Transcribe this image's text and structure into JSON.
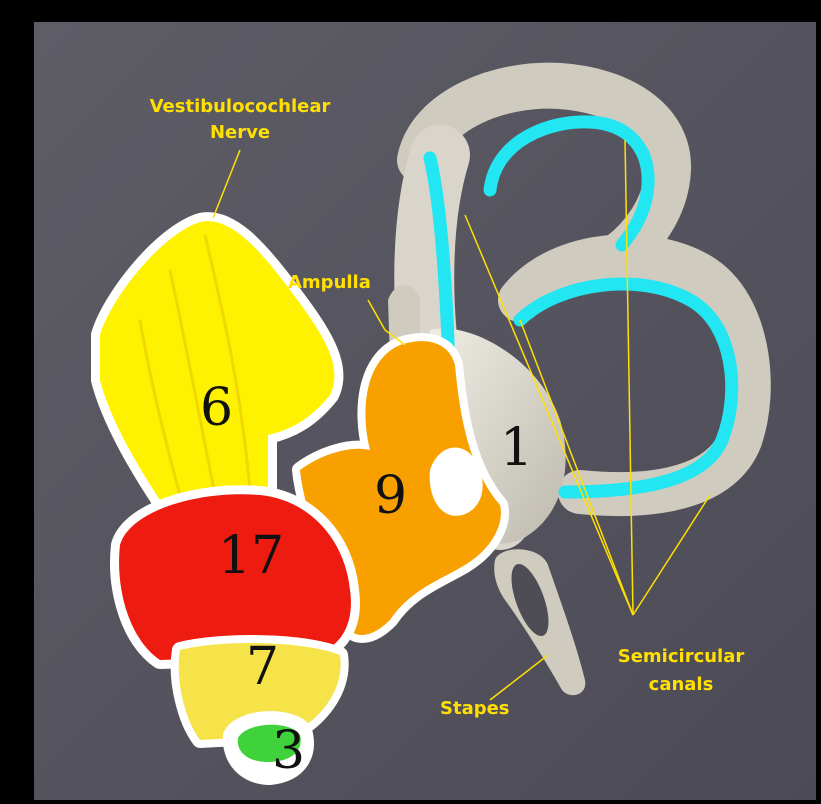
{
  "labels": {
    "nerve_line1": "Vestibulocochlear",
    "nerve_line2": "Nerve",
    "ampulla": "Ampulla",
    "canals_line1": "Semicircular",
    "canals_line2": "canals",
    "stapes": "Stapes"
  },
  "numbers": {
    "n1": "1",
    "n3": "3",
    "n6": "6",
    "n7": "7",
    "n9": "9",
    "n17": "17"
  },
  "colors": {
    "background": "#55545e",
    "frame": "#000000",
    "bone": "#d8d4c8",
    "canal_highlight": "#22e6f2",
    "nerve": "#fff200",
    "orange_region": "#f7a000",
    "red_region": "#ee1b10",
    "yellow_region": "#f6e34a",
    "green_region": "#3fd23a",
    "label_text": "#ffe000"
  }
}
